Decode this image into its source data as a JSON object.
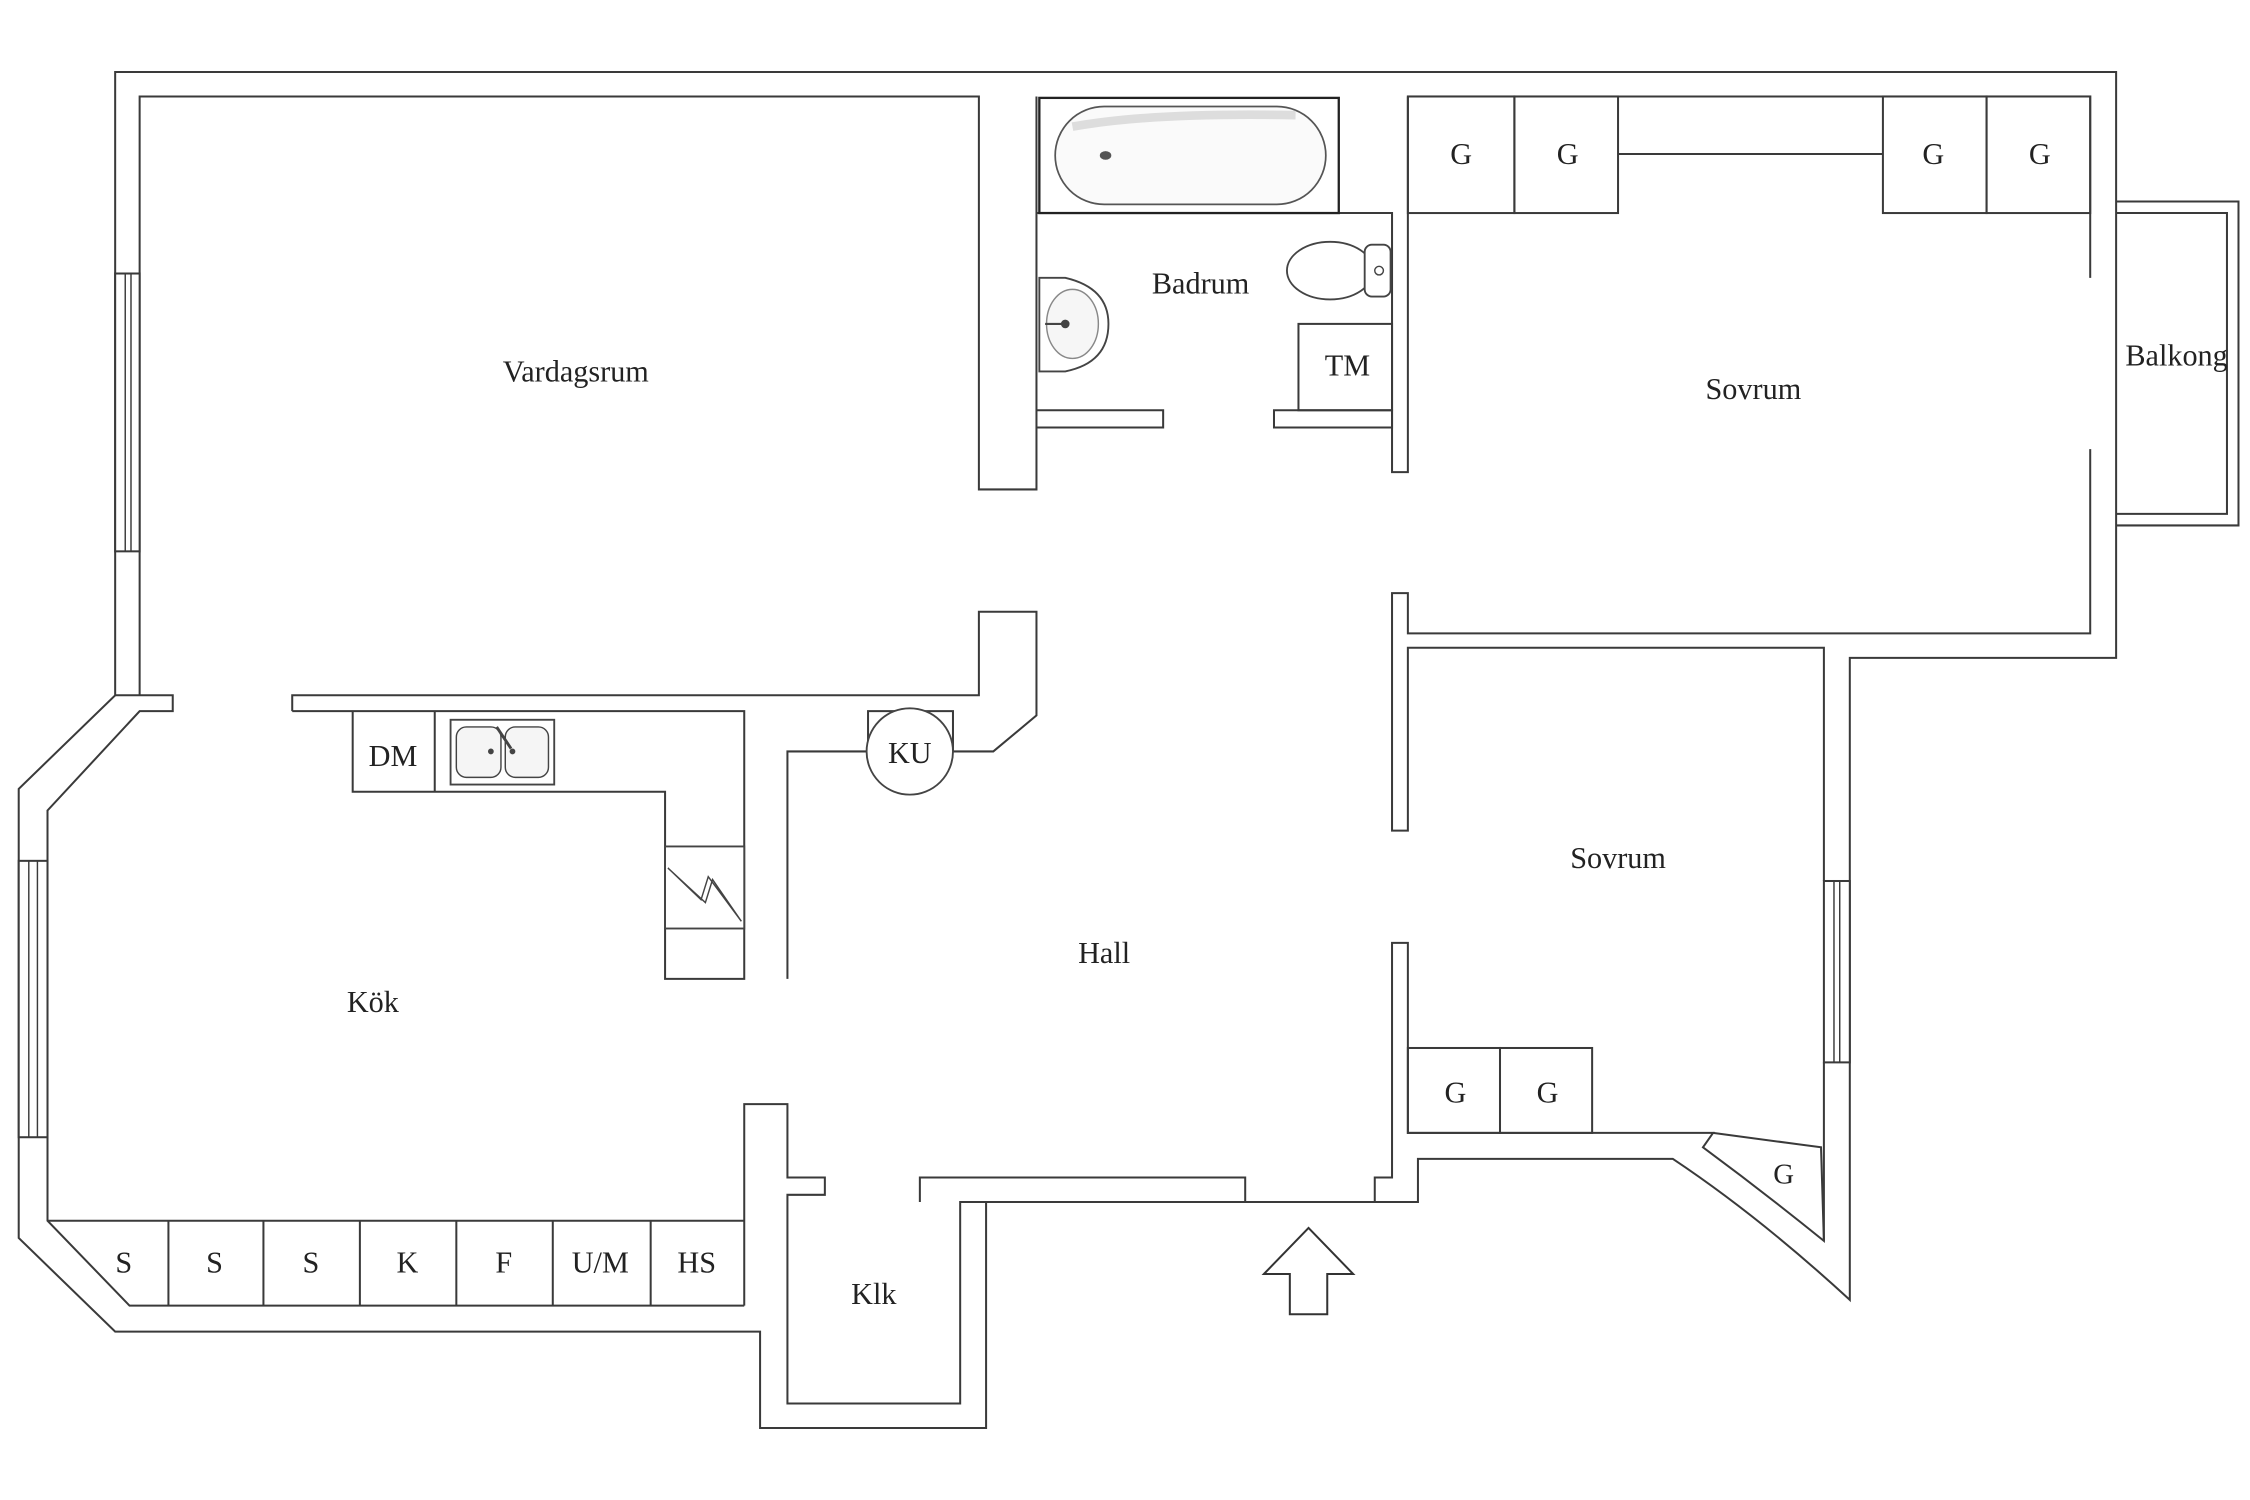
{
  "rooms": {
    "vardagsrum": "Vardagsrum",
    "badrum": "Badrum",
    "sovrum_top": "Sovrum",
    "sovrum_lower": "Sovrum",
    "balkong": "Balkong",
    "kok": "Kök",
    "hall": "Hall",
    "klk": "Klk"
  },
  "fixtures": {
    "tm": "TM",
    "dm": "DM",
    "ku": "KU"
  },
  "wardrobes": {
    "top": [
      "G",
      "G",
      "G",
      "G"
    ],
    "lower": [
      "G",
      "G"
    ],
    "corner": "G"
  },
  "kitchen_storage": [
    "S",
    "S",
    "S",
    "K",
    "F",
    "U/M",
    "HS"
  ],
  "colors": {
    "line": "#3a3a3a",
    "background": "#ffffff"
  },
  "icons": {
    "entrance": "entrance-arrow-icon",
    "bathtub": "bathtub-icon",
    "toilet": "toilet-icon",
    "sink": "sink-icon",
    "stove": "stove-icon"
  }
}
